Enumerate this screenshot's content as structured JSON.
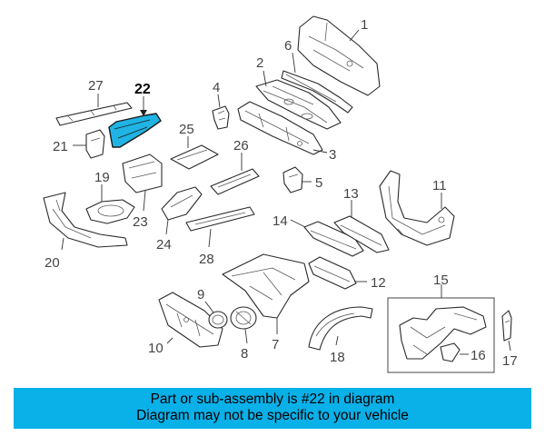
{
  "highlighted_part": "22",
  "callouts": {
    "c1": "1",
    "c2": "2",
    "c3": "3",
    "c4": "4",
    "c5": "5",
    "c6": "6",
    "c7": "7",
    "c8": "8",
    "c9": "9",
    "c10": "10",
    "c11": "11",
    "c12": "12",
    "c13": "13",
    "c14": "14",
    "c15": "15",
    "c16": "16",
    "c17": "17",
    "c18": "18",
    "c19": "19",
    "c20": "20",
    "c21": "21",
    "c22": "22",
    "c23": "23",
    "c24": "24",
    "c25": "25",
    "c26": "26",
    "c27": "27",
    "c28": "28"
  },
  "banner": {
    "line1": "Part or sub-assembly is #22 in diagram",
    "line2": "Diagram may not be specific to your vehicle",
    "background": "#0ab0e8"
  },
  "colors": {
    "highlight": "#1fb4e4"
  }
}
